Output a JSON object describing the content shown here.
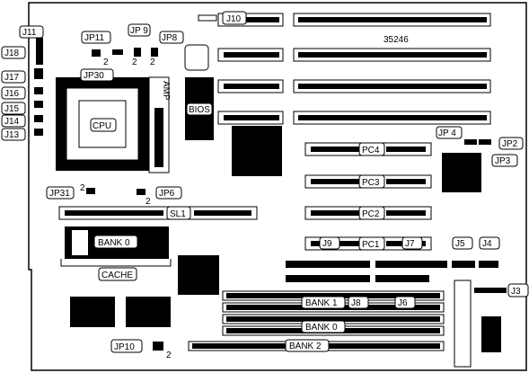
{
  "board": {
    "model_number": "35246",
    "labels": {
      "j10": "J10",
      "j11": "J11",
      "j18": "J18",
      "j17": "J17",
      "j16": "J16",
      "j15": "J15",
      "j14": "J14",
      "j13": "J13",
      "jp11": "JP11",
      "jp9": "JP 9",
      "jp8": "JP8",
      "jp30": "JP30",
      "jp4": "JP 4",
      "jp2": "JP2",
      "jp3": "JP3",
      "jp31": "JP31",
      "jp6": "JP6",
      "jp10": "JP10",
      "cpu": "CPU",
      "amp": "AMP",
      "bios": "BIOS",
      "pc1": "PC1",
      "pc2": "PC2",
      "pc3": "PC3",
      "pc4": "PC4",
      "sl1": "SL1",
      "bank0_cache": "BANK 0",
      "cache": "CACHE",
      "j9": "J9",
      "j7": "J7",
      "j5": "J5",
      "j4": "J4",
      "j3": "J3",
      "j8": "J8",
      "j6": "J6",
      "bank1": "BANK 1",
      "bank0": "BANK 0",
      "bank2": "BANK 2"
    },
    "pin_markers": {
      "jp11_pin": "2",
      "jp9_pin": "2",
      "jp8_pin": "2",
      "jp31_pin": "2",
      "jp6_pin": "2",
      "jp10_pin": "2"
    }
  }
}
